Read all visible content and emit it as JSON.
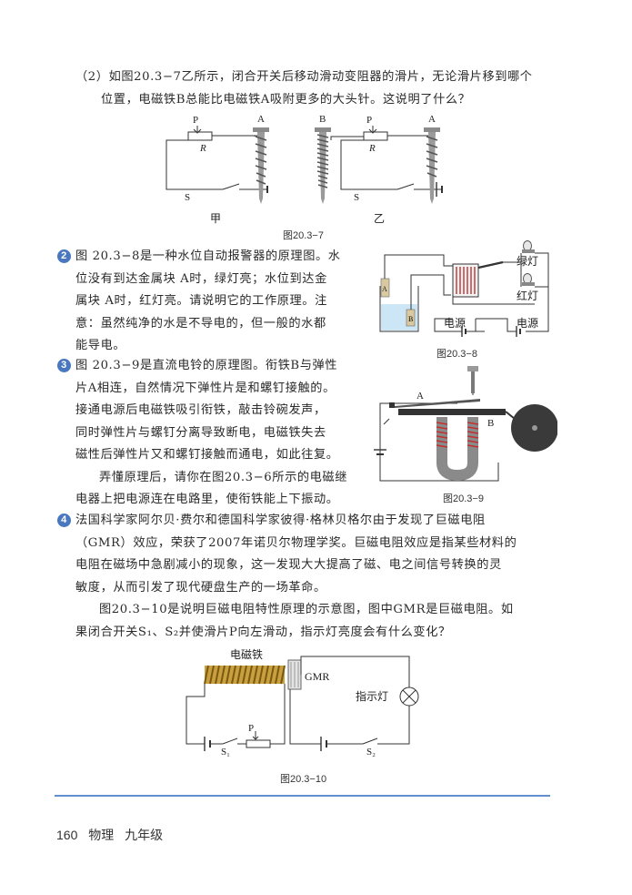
{
  "q2": {
    "line1": "（2）如图20.3−7乙所示，闭合开关后移动滑动变阻器的滑片，无论滑片移到哪个",
    "line2": "位置，电磁铁B总能比电磁铁A吸附更多的大头针。这说明了什么？"
  },
  "fig7": {
    "P1": "P",
    "R1": "R",
    "A1": "A",
    "S1": "S",
    "jia": "甲",
    "B": "B",
    "P2": "P",
    "R2": "R",
    "A2": "A",
    "S2": "S",
    "yi": "乙",
    "caption": "图20.3−7"
  },
  "p2": {
    "num": "2",
    "lines": [
      "图 20.3−8是一种水位自动报警器的原理图。水",
      "位没有到达金属块 A时，绿灯亮；水位到达金",
      "属块 A时，红灯亮。请说明它的工作原理。注",
      "意：虽然纯净的水是不导电的，但一般的水都",
      "能导电。"
    ]
  },
  "fig8": {
    "green": "绿灯",
    "red": "红灯",
    "power1": "电源",
    "power2": "电源",
    "A": "A",
    "B": "B",
    "caption": "图20.3−8"
  },
  "p3": {
    "num": "3",
    "lines": [
      "图 20.3−9是直流电铃的原理图。衔铁B与弹性",
      "片A相连，自然情况下弹性片是和螺钉接触的。",
      "接通电源后电磁铁吸引衔铁，敲击铃碗发声，",
      "同时弹性片与螺钉分离导致断电，电磁铁失去",
      "磁性后弹性片又和螺钉接触而通电，如此往复。",
      "弄懂原理后，请你在图20.3−6所示的电磁继",
      "电器上把电源连在电路里，使衔铁能上下振动。"
    ]
  },
  "fig9": {
    "A": "A",
    "B": "B",
    "caption": "图20.3−9"
  },
  "p4": {
    "num": "4",
    "lines": [
      "法国科学家阿尔贝·费尔和德国科学家彼得·格林贝格尔由于发现了巨磁电阻",
      "（GMR）效应，荣获了2007年诺贝尔物理学奖。巨磁电阻效应是指某些材料的",
      "电阻在磁场中急剧减小的现象，这一发现大大提高了磁、电之间信号转换的灵",
      "敏度，从而引发了现代硬盘生产的一场革命。",
      "图20.3−10是说明巨磁电阻特性原理的示意图，图中GMR是巨磁电阻。如",
      "果闭合开关S₁、S₂并使滑片P向左滑动，指示灯亮度会有什么变化？"
    ]
  },
  "fig10": {
    "magnet": "电磁铁",
    "gmr": "GMR",
    "lamp": "指示灯",
    "P": "P",
    "S1": "S₁",
    "S2": "S₂",
    "caption": "图20.3−10"
  },
  "footer": {
    "page": "160",
    "subject": "物理",
    "grade": "九年级"
  },
  "colors": {
    "accent": "#4a78c0",
    "divider": "#5f8fcf",
    "water": "#cde6f5"
  }
}
